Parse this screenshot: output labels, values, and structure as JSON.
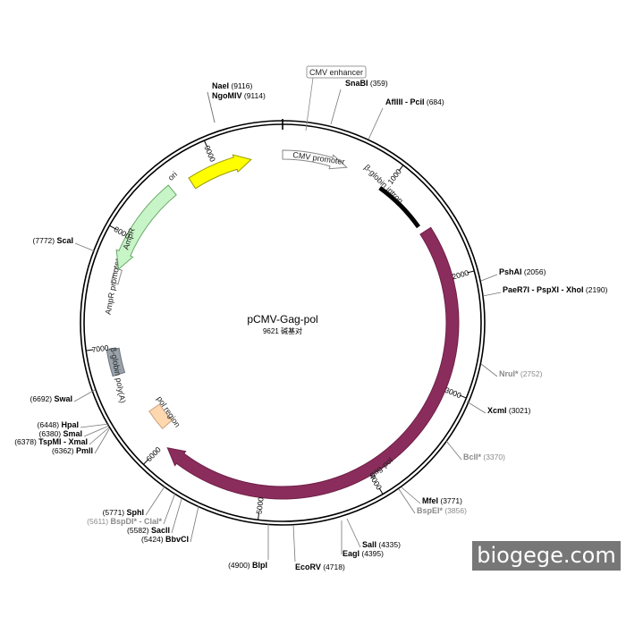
{
  "plasmid": {
    "name": "pCMV-Gag-pol",
    "size_text": "9621 碱基对",
    "length": 9621
  },
  "ticks": [
    {
      "bp": 1000,
      "label": "1000"
    },
    {
      "bp": 2000,
      "label": "2000"
    },
    {
      "bp": 3000,
      "label": "3000"
    },
    {
      "bp": 4000,
      "label": "4000"
    },
    {
      "bp": 5000,
      "label": "5000"
    },
    {
      "bp": 6000,
      "label": "6000"
    },
    {
      "bp": 7000,
      "label": "7000"
    },
    {
      "bp": 8000,
      "label": "8000"
    },
    {
      "bp": 9000,
      "label": "9000"
    }
  ],
  "features": [
    {
      "name": "CMV promoter",
      "start": 0,
      "end": 600,
      "color": "#ffffff",
      "stroke": "#888888"
    },
    {
      "name": "β-globin intron",
      "start": 960,
      "end": 1460,
      "color": "#000000",
      "stroke": "#000000"
    },
    {
      "name": "gag-pol",
      "start": 1530,
      "end": 5950,
      "color": "#8b2d5c",
      "stroke": "#6e1f47"
    },
    {
      "name": "pol region",
      "start": 6110,
      "end": 6320,
      "color": "#ffd8b0",
      "stroke": "#c8a07a"
    },
    {
      "name": "β-globin poly(A)",
      "start": 6750,
      "end": 6980,
      "color": "#9aa3ab",
      "stroke": "#6d757d"
    },
    {
      "name": "AmpR promoter",
      "start": 7570,
      "end": 7700,
      "color": "#ffffff",
      "stroke": "#888888"
    },
    {
      "name": "AmpR",
      "start": 7700,
      "end": 8560,
      "color": "#c8f5c8",
      "stroke": "#6aa96a"
    },
    {
      "name": "ori",
      "start": 8740,
      "end": 9330,
      "color": "#ffff00",
      "stroke": "#9a9a00"
    }
  ],
  "cmv_enhancer": {
    "label": "CMV enhancer"
  },
  "sites": [
    {
      "name": "NaeI",
      "pos": "(9116)",
      "faint": false
    },
    {
      "name": "NgoMIV",
      "pos": "(9114)",
      "faint": false
    },
    {
      "name": "SnaBI",
      "pos": "(359)",
      "faint": false
    },
    {
      "name": "AflIII - PciI",
      "pos": "(684)",
      "faint": false
    },
    {
      "name": "ScaI",
      "pos": "(7772)",
      "faint": false
    },
    {
      "name": "PshAI",
      "pos": "(2056)",
      "faint": false
    },
    {
      "name": "PaeR7I - PspXI - XhoI",
      "pos": "(2190)",
      "faint": false
    },
    {
      "name": "NruI*",
      "pos": "(2752)",
      "faint": true
    },
    {
      "name": "XcmI",
      "pos": "(3021)",
      "faint": false
    },
    {
      "name": "SwaI",
      "pos": "(6692)",
      "faint": false
    },
    {
      "name": "BclI*",
      "pos": "(3370)",
      "faint": true
    },
    {
      "name": "HpaI",
      "pos": "(6448)",
      "faint": false
    },
    {
      "name": "SmaI",
      "pos": "(6380)",
      "faint": false
    },
    {
      "name": "TspMI - XmaI",
      "pos": "(6378)",
      "faint": false
    },
    {
      "name": "PmlI",
      "pos": "(6362)",
      "faint": false
    },
    {
      "name": "MfeI",
      "pos": "(3771)",
      "faint": false
    },
    {
      "name": "BspEI*",
      "pos": "(3856)",
      "faint": true
    },
    {
      "name": "SphI",
      "pos": "(5771)",
      "faint": false
    },
    {
      "name": "BspDI* - ClaI*",
      "pos": "(5611)",
      "faint": true
    },
    {
      "name": "SacII",
      "pos": "(5582)",
      "faint": false
    },
    {
      "name": "BbvCI",
      "pos": "(5424)",
      "faint": false
    },
    {
      "name": "SalI",
      "pos": "(4335)",
      "faint": false
    },
    {
      "name": "EagI",
      "pos": "(4395)",
      "faint": false
    },
    {
      "name": "BlpI",
      "pos": "(4900)",
      "faint": false
    },
    {
      "name": "EcoRV",
      "pos": "(4718)",
      "faint": false
    }
  ],
  "watermark": "biogege.com"
}
